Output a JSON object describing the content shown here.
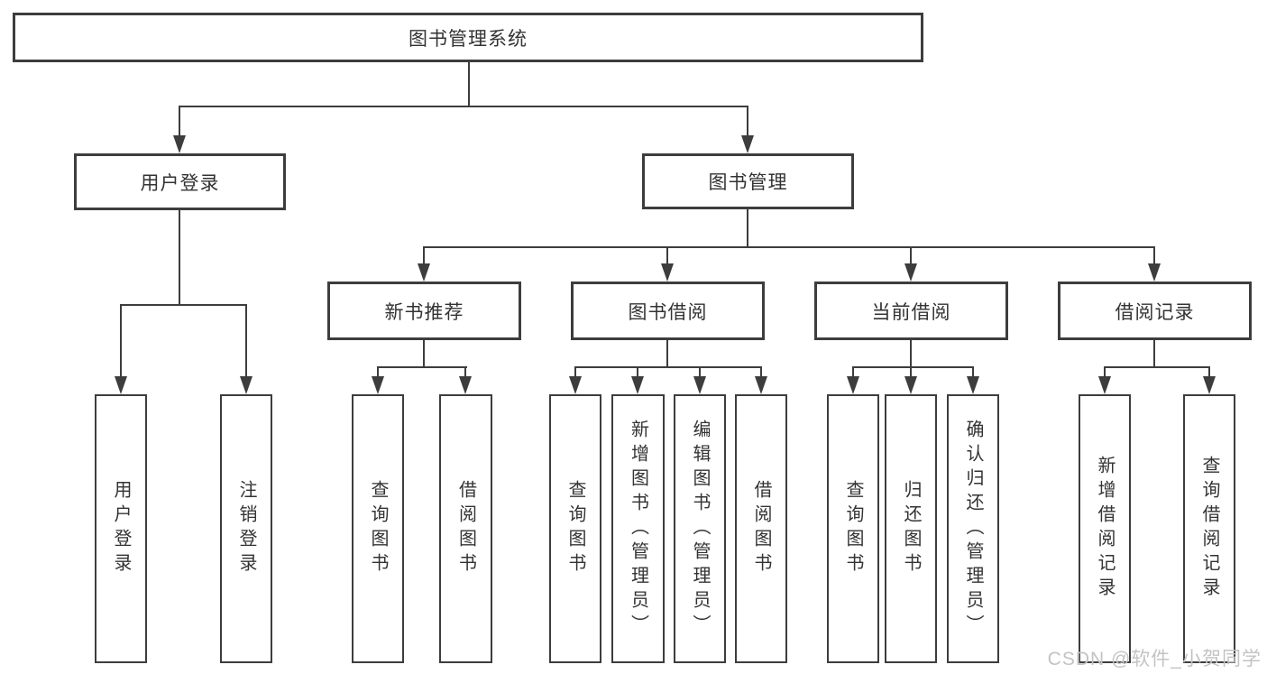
{
  "watermark": "CSDN @软件_小贺同学",
  "colors": {
    "line": "#3d3d3d",
    "text": "#333333",
    "background": "#ffffff",
    "watermark": "#c3c3c3"
  },
  "tree": {
    "root": {
      "label": "图书管理系统",
      "children": [
        {
          "label": "用户登录",
          "children": [
            {
              "label": "用户登录"
            },
            {
              "label": "注销登录"
            }
          ]
        },
        {
          "label": "图书管理",
          "children": [
            {
              "label": "新书推荐",
              "children": [
                {
                  "label": "查询图书"
                },
                {
                  "label": "借阅图书"
                }
              ]
            },
            {
              "label": "图书借阅",
              "children": [
                {
                  "label": "查询图书"
                },
                {
                  "label": "新增图书（管理员）"
                },
                {
                  "label": "编辑图书（管理员）"
                },
                {
                  "label": "借阅图书"
                }
              ]
            },
            {
              "label": "当前借阅",
              "children": [
                {
                  "label": "查询图书"
                },
                {
                  "label": "归还图书"
                },
                {
                  "label": "确认归还（管理员）"
                }
              ]
            },
            {
              "label": "借阅记录",
              "children": [
                {
                  "label": "新增借阅记录"
                },
                {
                  "label": "查询借阅记录"
                }
              ]
            }
          ]
        }
      ]
    }
  }
}
